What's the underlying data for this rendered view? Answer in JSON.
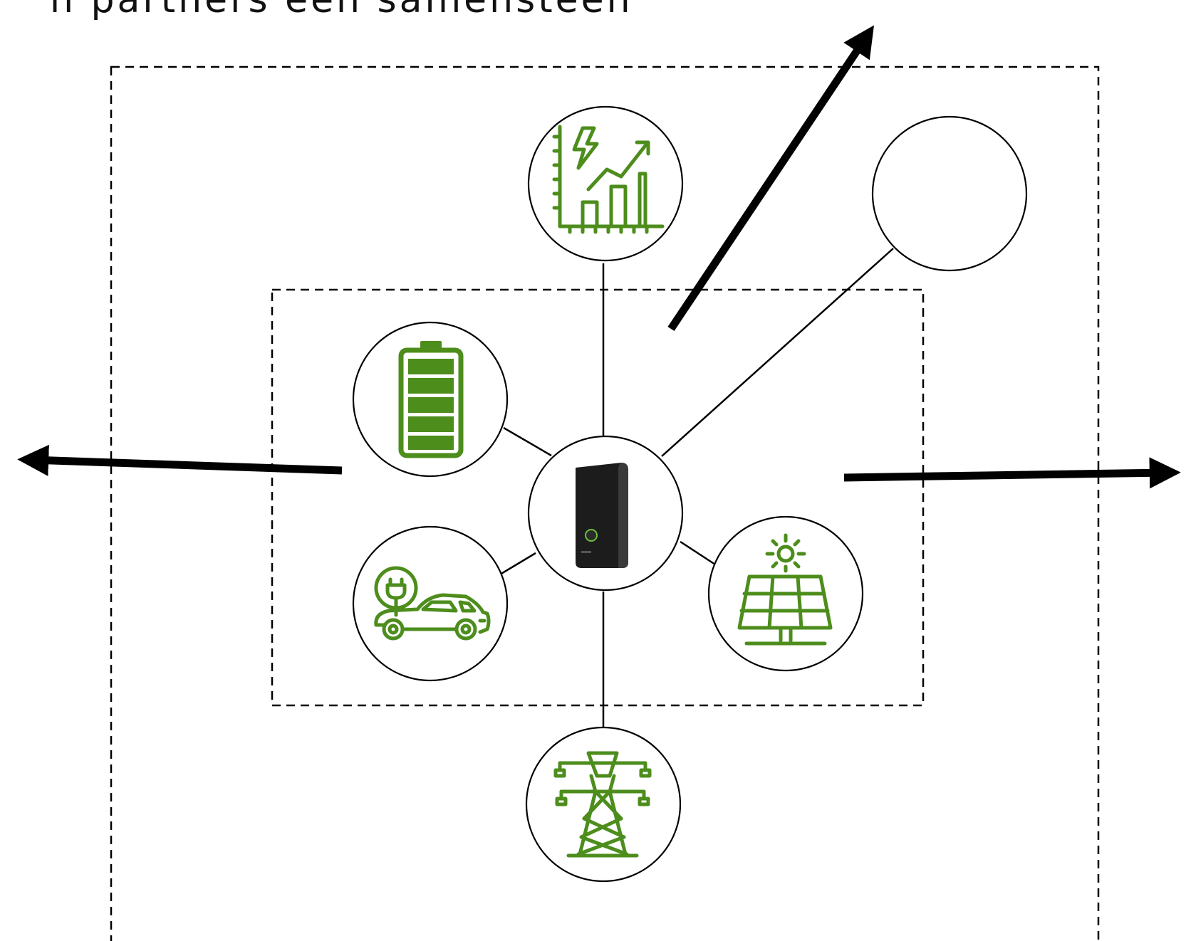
{
  "header": {
    "title_fragment": "n partners een samensteen"
  },
  "colors": {
    "icon_green": "#4d8d1c",
    "line": "#000000",
    "device": "#1c1c1c",
    "device_led": "#6bc23a"
  },
  "nodes": {
    "center": {
      "icon": "home-battery-inverter-icon"
    },
    "analytics": {
      "icon": "energy-growth-chart-icon"
    },
    "empty": {
      "icon": ""
    },
    "battery": {
      "icon": "battery-full-icon"
    },
    "ev": {
      "icon": "electric-car-charging-icon"
    },
    "solar": {
      "icon": "solar-panel-icon"
    },
    "grid": {
      "icon": "power-pylon-icon"
    }
  },
  "arrows": [
    "up-right",
    "left",
    "right"
  ]
}
